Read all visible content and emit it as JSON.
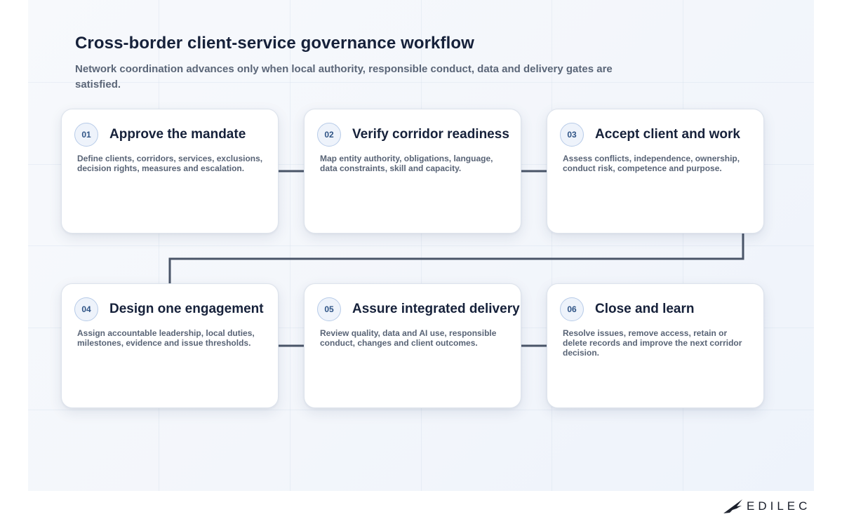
{
  "title": "Cross-border client-service governance workflow",
  "subtitle": "Network coordination advances only when local authority, responsible conduct, data and delivery gates are satisfied.",
  "steps": [
    {
      "number": "01",
      "title": "Approve the mandate",
      "description": "Define clients, corridors, services, exclusions, decision rights, measures and escalation."
    },
    {
      "number": "02",
      "title": "Verify corridor readiness",
      "description": "Map entity authority, obligations, language, data constraints, skill and capacity."
    },
    {
      "number": "03",
      "title": "Accept client and work",
      "description": "Assess conflicts, independence, ownership, conduct risk, competence and purpose."
    },
    {
      "number": "04",
      "title": "Design one engagement",
      "description": "Assign accountable leadership, local duties, milestones, evidence and issue thresholds."
    },
    {
      "number": "05",
      "title": "Assure integrated delivery",
      "description": "Review quality, data and AI use, responsible conduct, changes and client outcomes."
    },
    {
      "number": "06",
      "title": "Close and learn",
      "description": "Resolve issues, remove access, retain or delete records and improve the next corridor decision."
    }
  ],
  "brand": {
    "name": "EDILEC"
  },
  "colors": {
    "connector": "#4a5568",
    "accent": "#2f5486",
    "badge_border": "#b7cbe8"
  }
}
